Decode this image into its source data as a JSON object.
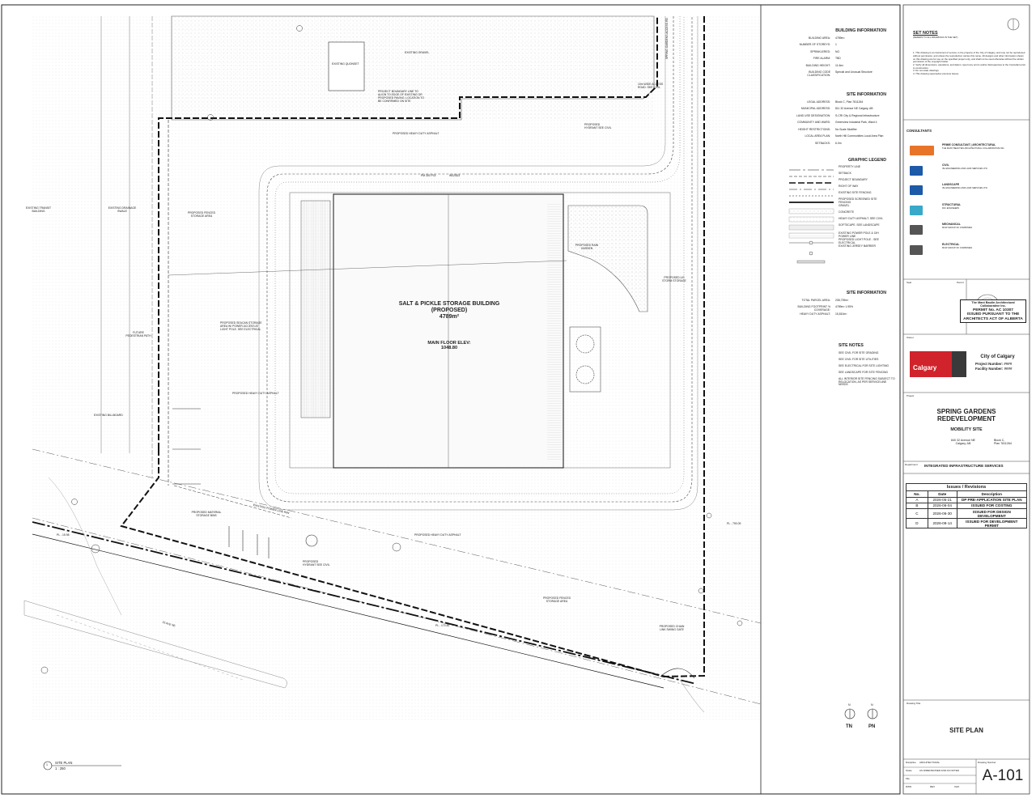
{
  "plan": {
    "building_label": "SALT & PICKLE STORAGE BUILDING",
    "building_sub": "(PROPOSED)",
    "building_area": "4789m²",
    "floor_elev_label": "MAIN FLOOR ELEV:",
    "floor_elev_value": "1048.80",
    "labels": {
      "existing_quonset": "EXISTING QUONSET",
      "existing_gravel": "EXISTING GRAVEL",
      "project_boundary_note": "PROJECT BOUNDARY LINE TO ALIGN TO EDGE OF EXISTING OR PROPOSED PAVING. LOCATION TO BE CONFIRMED ON SITE",
      "heavy_asphalt_1": "PROPOSED HEAVY DUTY ASPHALT",
      "heavy_asphalt_2": "PROPOSED HEAVY DUTY ASPHALT",
      "heavy_asphalt_3": "PROPOSED HEAVY DUTY ASPHALT",
      "hydrant_1": "PROPOSED HYDRANT SEE CIVIL",
      "hydrant_2": "PROPOSED HYDRANT SEE CIVIL",
      "spring_gardens_road": "SPRING GARDENS ACCESS RD",
      "new_access_road": "10m WIDE ACCESS ROAD. SEE CIVIL",
      "existing_transit": "EXISTING TRANSIT BUILDING",
      "existing_drainage": "EXISTING DRAINAGE SWALE",
      "proposed_fenced_1": "PROPOSED FENCED STORAGE AREA",
      "proposed_fenced_2": "PROPOSED FENCED STORAGE AREA",
      "sea_can": "PROPOSED SEACAN STORAGE AREA W/ POWER ACCESS AT LIGHT POLE. SEE ELECTRICAL",
      "future_path": "FUTURE PEDESTRIAN PATH",
      "existing_billboard": "EXISTING BILLBOARD",
      "rain_garden": "PROPOSED RAIN GARDEN",
      "storm_storage": "PROPOSED UG STORM STORAGE",
      "material_bins": "PROPOSED MATERIAL STORAGE BINS",
      "power_line": "EXISTING POWER LINE R/W",
      "chain_link_gate": "PROPOSED CHAIN LINK SWING GATE",
      "avenue": "32 AVE NE",
      "pl_1": "PL - 15.98",
      "pl_2": "PL - 170.82",
      "pl_3": "PL - 790.09",
      "ext_pl": "PM 300 POI",
      "dim_top": "W025D3"
    }
  },
  "panel": {
    "building_info": {
      "title": "BUILDING INFORMATION",
      "rows": [
        {
          "label": "BUILDING AREA:",
          "value": "4789m²"
        },
        {
          "label": "NUMBER OF STOREYS:",
          "value": "1"
        },
        {
          "label": "SPRINKLERED:",
          "value": "NO"
        },
        {
          "label": "FIRE ALARM:",
          "value": "TBD"
        },
        {
          "label": "BUILDING HEIGHT:",
          "value": "11.6m²"
        },
        {
          "label": "BUILDING CODE CLASSIFICATION:",
          "value": "Special and Unusual Structure"
        }
      ]
    },
    "site_info": {
      "title": "SITE INFORMATION",
      "rows": [
        {
          "label": "LEGAL ADDRESS:",
          "value": "Block C, Plan 7811264"
        },
        {
          "label": "MUNICIPAL ADDRESS:",
          "value": "811 32 Avenue NE Calgary, AB"
        },
        {
          "label": "LAND USE DESIGNATION:",
          "value": "S-CRI City & Regional Infrastructure"
        },
        {
          "label": "COMMUNITY AND WARD:",
          "value": "Greenview Industrial Park, Ward 4"
        },
        {
          "label": "HEIGHT RESTRICTIONS:",
          "value": "No Scale Modifier"
        },
        {
          "label": "LOCAL AREA PLAN:",
          "value": "North Hill Communities Local Area Plan"
        },
        {
          "label": "SETBACKS:",
          "value": "6.0m"
        }
      ]
    },
    "legend": {
      "title": "GRAPHIC LEGEND",
      "items": [
        {
          "label": "PROPERTY LINE"
        },
        {
          "label": "SETBACK"
        },
        {
          "label": "PROJECT BOUNDARY"
        },
        {
          "label": "RIGHT OF WAY"
        },
        {
          "label": "EXISTING SITE FENCING"
        },
        {
          "label": "PROPOSED SCREENED SITE FENCING"
        },
        {
          "label": "GRAVEL"
        },
        {
          "label": "CONCRETE"
        },
        {
          "label": "HEAVY DUTY ASPHALT. SEE CIVIL"
        },
        {
          "label": "SOFTSCAPE. SEE LANDSCAPE"
        },
        {
          "label": "EXISTING POWER POLE & O/H POWER LINE"
        },
        {
          "label": "PROPOSED LIGHT POLE - SEE ELECTRICAL"
        },
        {
          "label": "EXISTING JERSEY BARRIER"
        }
      ]
    },
    "site_info_2": {
      "title": "SITE INFORMATION",
      "rows": [
        {
          "label": "TOTAL PARCEL AREA:",
          "value": "208,739m²"
        },
        {
          "label": "BUILDING FOOTPRINT % COVERAGE:",
          "value": "4789m² 1.95%"
        },
        {
          "label": "HEAVY DUTY ASPHALT:",
          "value": "15,810m²"
        }
      ]
    },
    "site_notes": {
      "title": "SITE NOTES",
      "items": [
        "SEE CIVIL FOR SITE GRADING",
        "SEE CIVIL FOR SITE UTILITIES",
        "SEE ELECTRICAL FOR SITE LIGHTING",
        "SEE LANDSCAPE FOR SITE FENCING",
        "ALL INTERIOR SITE FENCING SUBJECT TO RELOCATION, AS PER SERVICELINE NEEDS"
      ]
    },
    "north": {
      "tn": "TN",
      "pn": "PN",
      "n": "N"
    }
  },
  "title_block": {
    "set_notes_title": "SET NOTES",
    "set_notes_sub": "(REFERS TO ALL DRAWINGS IN THE SET)",
    "set_notes": [
      "1. This drawing is an instrument of service, is the property of the City of Calgary, and may not be reproduced without permission, and unless the reproduction carries this name. All designs and other information shown on this drawing are for use on the specified project only, and shall not be used otherwise without the written permission of the copyright holder.",
      "2. Verify all dimensions, elevations, and datum; report any errors and/or discrepancies to the Consultant prior to construction.",
      "3. Do not scale drawings.",
      "4. This drawing supersedes previous issues."
    ],
    "consultants_title": "CONSULTANTS",
    "consultants": [
      {
        "role": "PRIME CONSULTANT | ARCHITECTURAL",
        "name": "THE MANY BEAUTIES ARCHITECTURAL COLLABORATIVE INC.",
        "logo": "mbac-logo",
        "color": "#e8742a"
      },
      {
        "role": "CIVIL",
        "name": "ISL ENGINEERING AND LAND SERVICES LTD.",
        "logo": "isl-logo",
        "color": "#1d5aa8"
      },
      {
        "role": "LANDSCAPE",
        "name": "ISL ENGINEERING AND LAND SERVICES LTD.",
        "logo": "isl-logo",
        "color": "#1d5aa8"
      },
      {
        "role": "STRUCTURAL",
        "name": "RJC ENGINEERS",
        "logo": "rjc-logo",
        "color": "#39a9c9"
      },
      {
        "role": "MECHANICAL",
        "name": "MCW GROUP OF COMPANIES",
        "logo": "mcw-logo",
        "color": "#555555"
      },
      {
        "role": "ELECTRICAL",
        "name": "MCW GROUP OF COMPANIES",
        "logo": "mcw-logo",
        "color": "#555555"
      }
    ],
    "seal_label": "Seal",
    "permit_label": "Permit",
    "permit_lines": [
      "The Mani Baulin Architectural Collaborative Inc.",
      "PERMIT No. AC 10307",
      "ISSUED PURSUANT TO THE",
      "ARCHITECTS ACT OF ALBERTA"
    ],
    "owner_label": "Owner",
    "owner_name": "City of Calgary",
    "project_number": "Project Number: ####",
    "facility_number": "Facility Number: ####",
    "calgary_logo_text": "Calgary",
    "project_label": "Project",
    "project_title_1": "SPRING GARDENS",
    "project_title_2": "REDEVELOPMENT",
    "project_sub": "MOBILITY SITE",
    "address_1": "840 32 Avenue NE",
    "address_2": "Calgary, AB",
    "block_1": "Block C,",
    "block_2": "Plan 7811264",
    "department_label": "Department",
    "department": "INTEGRATED INFRASTRUCTURE SERVICES",
    "issues_title": "Issues / Revisions",
    "issues_headers": [
      "No.",
      "Date",
      "Description"
    ],
    "issues": [
      {
        "no": "A",
        "date": "2026-05-21",
        "desc": "DP PRE-APPLICATION SITE PLAN"
      },
      {
        "no": "B",
        "date": "2026-06-04",
        "desc": "ISSUED FOR COSTING"
      },
      {
        "no": "C",
        "date": "2026-06-30",
        "desc": "ISSUED FOR DESIGN DEVELOPMENT"
      },
      {
        "no": "D",
        "date": "2026-08-14",
        "desc": "ISSUED FOR DEVELOPMENT PERMIT"
      }
    ],
    "drawing_title_label": "Drawing Title",
    "drawing_title": "SITE PLAN",
    "discipline_label": "Discipline",
    "discipline": "ARCHITECTURAL",
    "drawing_number_label": "Drawing Number",
    "scale_label": "Scale",
    "scale": "AS DIMENSIONED AND AS NOTED",
    "file_label": "File",
    "dwn_label": "DWN",
    "rev_label": "REV",
    "chk_label": "CHK",
    "sheet_number": "A-101"
  },
  "callout": {
    "number": "1",
    "title": "SITE PLAN",
    "scale": "1 : 250"
  }
}
